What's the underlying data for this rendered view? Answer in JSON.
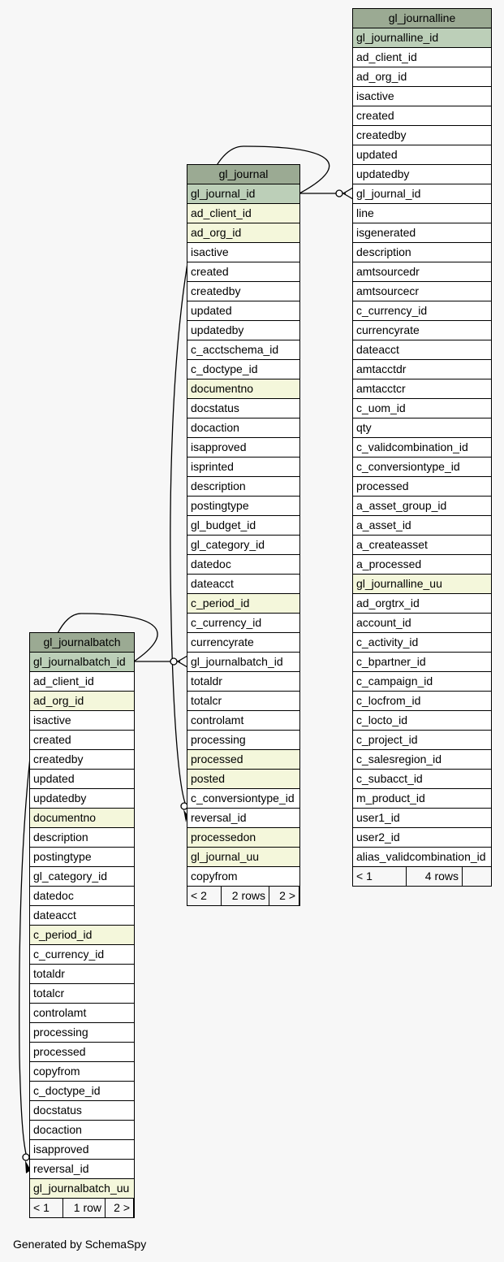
{
  "colors": {
    "header": "#9baa93",
    "primary_key": "#bccfb8",
    "indexed": "#f4f7db",
    "background": "#f7f7f7"
  },
  "tables": [
    {
      "name": "gl_journalline",
      "columns": [
        [
          "gl_journalline_id",
          "pk"
        ],
        [
          "ad_client_id",
          ""
        ],
        [
          "ad_org_id",
          ""
        ],
        [
          "isactive",
          ""
        ],
        [
          "created",
          ""
        ],
        [
          "createdby",
          ""
        ],
        [
          "updated",
          ""
        ],
        [
          "updatedby",
          ""
        ],
        [
          "gl_journal_id",
          ""
        ],
        [
          "line",
          ""
        ],
        [
          "isgenerated",
          ""
        ],
        [
          "description",
          ""
        ],
        [
          "amtsourcedr",
          ""
        ],
        [
          "amtsourcecr",
          ""
        ],
        [
          "c_currency_id",
          ""
        ],
        [
          "currencyrate",
          ""
        ],
        [
          "dateacct",
          ""
        ],
        [
          "amtacctdr",
          ""
        ],
        [
          "amtacctcr",
          ""
        ],
        [
          "c_uom_id",
          ""
        ],
        [
          "qty",
          ""
        ],
        [
          "c_validcombination_id",
          ""
        ],
        [
          "c_conversiontype_id",
          ""
        ],
        [
          "processed",
          ""
        ],
        [
          "a_asset_group_id",
          ""
        ],
        [
          "a_asset_id",
          ""
        ],
        [
          "a_createasset",
          ""
        ],
        [
          "a_processed",
          ""
        ],
        [
          "gl_journalline_uu",
          "idx"
        ],
        [
          "ad_orgtrx_id",
          ""
        ],
        [
          "account_id",
          ""
        ],
        [
          "c_activity_id",
          ""
        ],
        [
          "c_bpartner_id",
          ""
        ],
        [
          "c_campaign_id",
          ""
        ],
        [
          "c_locfrom_id",
          ""
        ],
        [
          "c_locto_id",
          ""
        ],
        [
          "c_project_id",
          ""
        ],
        [
          "c_salesregion_id",
          ""
        ],
        [
          "c_subacct_id",
          ""
        ],
        [
          "m_product_id",
          ""
        ],
        [
          "user1_id",
          ""
        ],
        [
          "user2_id",
          ""
        ],
        [
          "alias_validcombination_id",
          ""
        ]
      ],
      "footer": [
        "< 1",
        "4 rows",
        ""
      ]
    },
    {
      "name": "gl_journal",
      "columns": [
        [
          "gl_journal_id",
          "pk"
        ],
        [
          "ad_client_id",
          "idx"
        ],
        [
          "ad_org_id",
          "idx"
        ],
        [
          "isactive",
          ""
        ],
        [
          "created",
          ""
        ],
        [
          "createdby",
          ""
        ],
        [
          "updated",
          ""
        ],
        [
          "updatedby",
          ""
        ],
        [
          "c_acctschema_id",
          ""
        ],
        [
          "c_doctype_id",
          ""
        ],
        [
          "documentno",
          "idx"
        ],
        [
          "docstatus",
          ""
        ],
        [
          "docaction",
          ""
        ],
        [
          "isapproved",
          ""
        ],
        [
          "isprinted",
          ""
        ],
        [
          "description",
          ""
        ],
        [
          "postingtype",
          ""
        ],
        [
          "gl_budget_id",
          ""
        ],
        [
          "gl_category_id",
          ""
        ],
        [
          "datedoc",
          ""
        ],
        [
          "dateacct",
          ""
        ],
        [
          "c_period_id",
          "idx"
        ],
        [
          "c_currency_id",
          ""
        ],
        [
          "currencyrate",
          ""
        ],
        [
          "gl_journalbatch_id",
          ""
        ],
        [
          "totaldr",
          ""
        ],
        [
          "totalcr",
          ""
        ],
        [
          "controlamt",
          ""
        ],
        [
          "processing",
          ""
        ],
        [
          "processed",
          "idx"
        ],
        [
          "posted",
          "idx"
        ],
        [
          "c_conversiontype_id",
          ""
        ],
        [
          "reversal_id",
          ""
        ],
        [
          "processedon",
          "idx"
        ],
        [
          "gl_journal_uu",
          "idx"
        ],
        [
          "copyfrom",
          ""
        ]
      ],
      "footer": [
        "< 2",
        "2 rows",
        "2 >"
      ]
    },
    {
      "name": "gl_journalbatch",
      "columns": [
        [
          "gl_journalbatch_id",
          "pk"
        ],
        [
          "ad_client_id",
          ""
        ],
        [
          "ad_org_id",
          "idx"
        ],
        [
          "isactive",
          ""
        ],
        [
          "created",
          ""
        ],
        [
          "createdby",
          ""
        ],
        [
          "updated",
          ""
        ],
        [
          "updatedby",
          ""
        ],
        [
          "documentno",
          "idx"
        ],
        [
          "description",
          ""
        ],
        [
          "postingtype",
          ""
        ],
        [
          "gl_category_id",
          ""
        ],
        [
          "datedoc",
          ""
        ],
        [
          "dateacct",
          ""
        ],
        [
          "c_period_id",
          "idx"
        ],
        [
          "c_currency_id",
          ""
        ],
        [
          "totaldr",
          ""
        ],
        [
          "totalcr",
          ""
        ],
        [
          "controlamt",
          ""
        ],
        [
          "processing",
          ""
        ],
        [
          "processed",
          ""
        ],
        [
          "copyfrom",
          ""
        ],
        [
          "c_doctype_id",
          ""
        ],
        [
          "docstatus",
          ""
        ],
        [
          "docaction",
          ""
        ],
        [
          "isapproved",
          ""
        ],
        [
          "reversal_id",
          ""
        ],
        [
          "gl_journalbatch_uu",
          "idx"
        ]
      ],
      "footer": [
        "< 1",
        "1 row",
        "2 >"
      ]
    }
  ],
  "footer_text": "Generated by SchemaSpy"
}
